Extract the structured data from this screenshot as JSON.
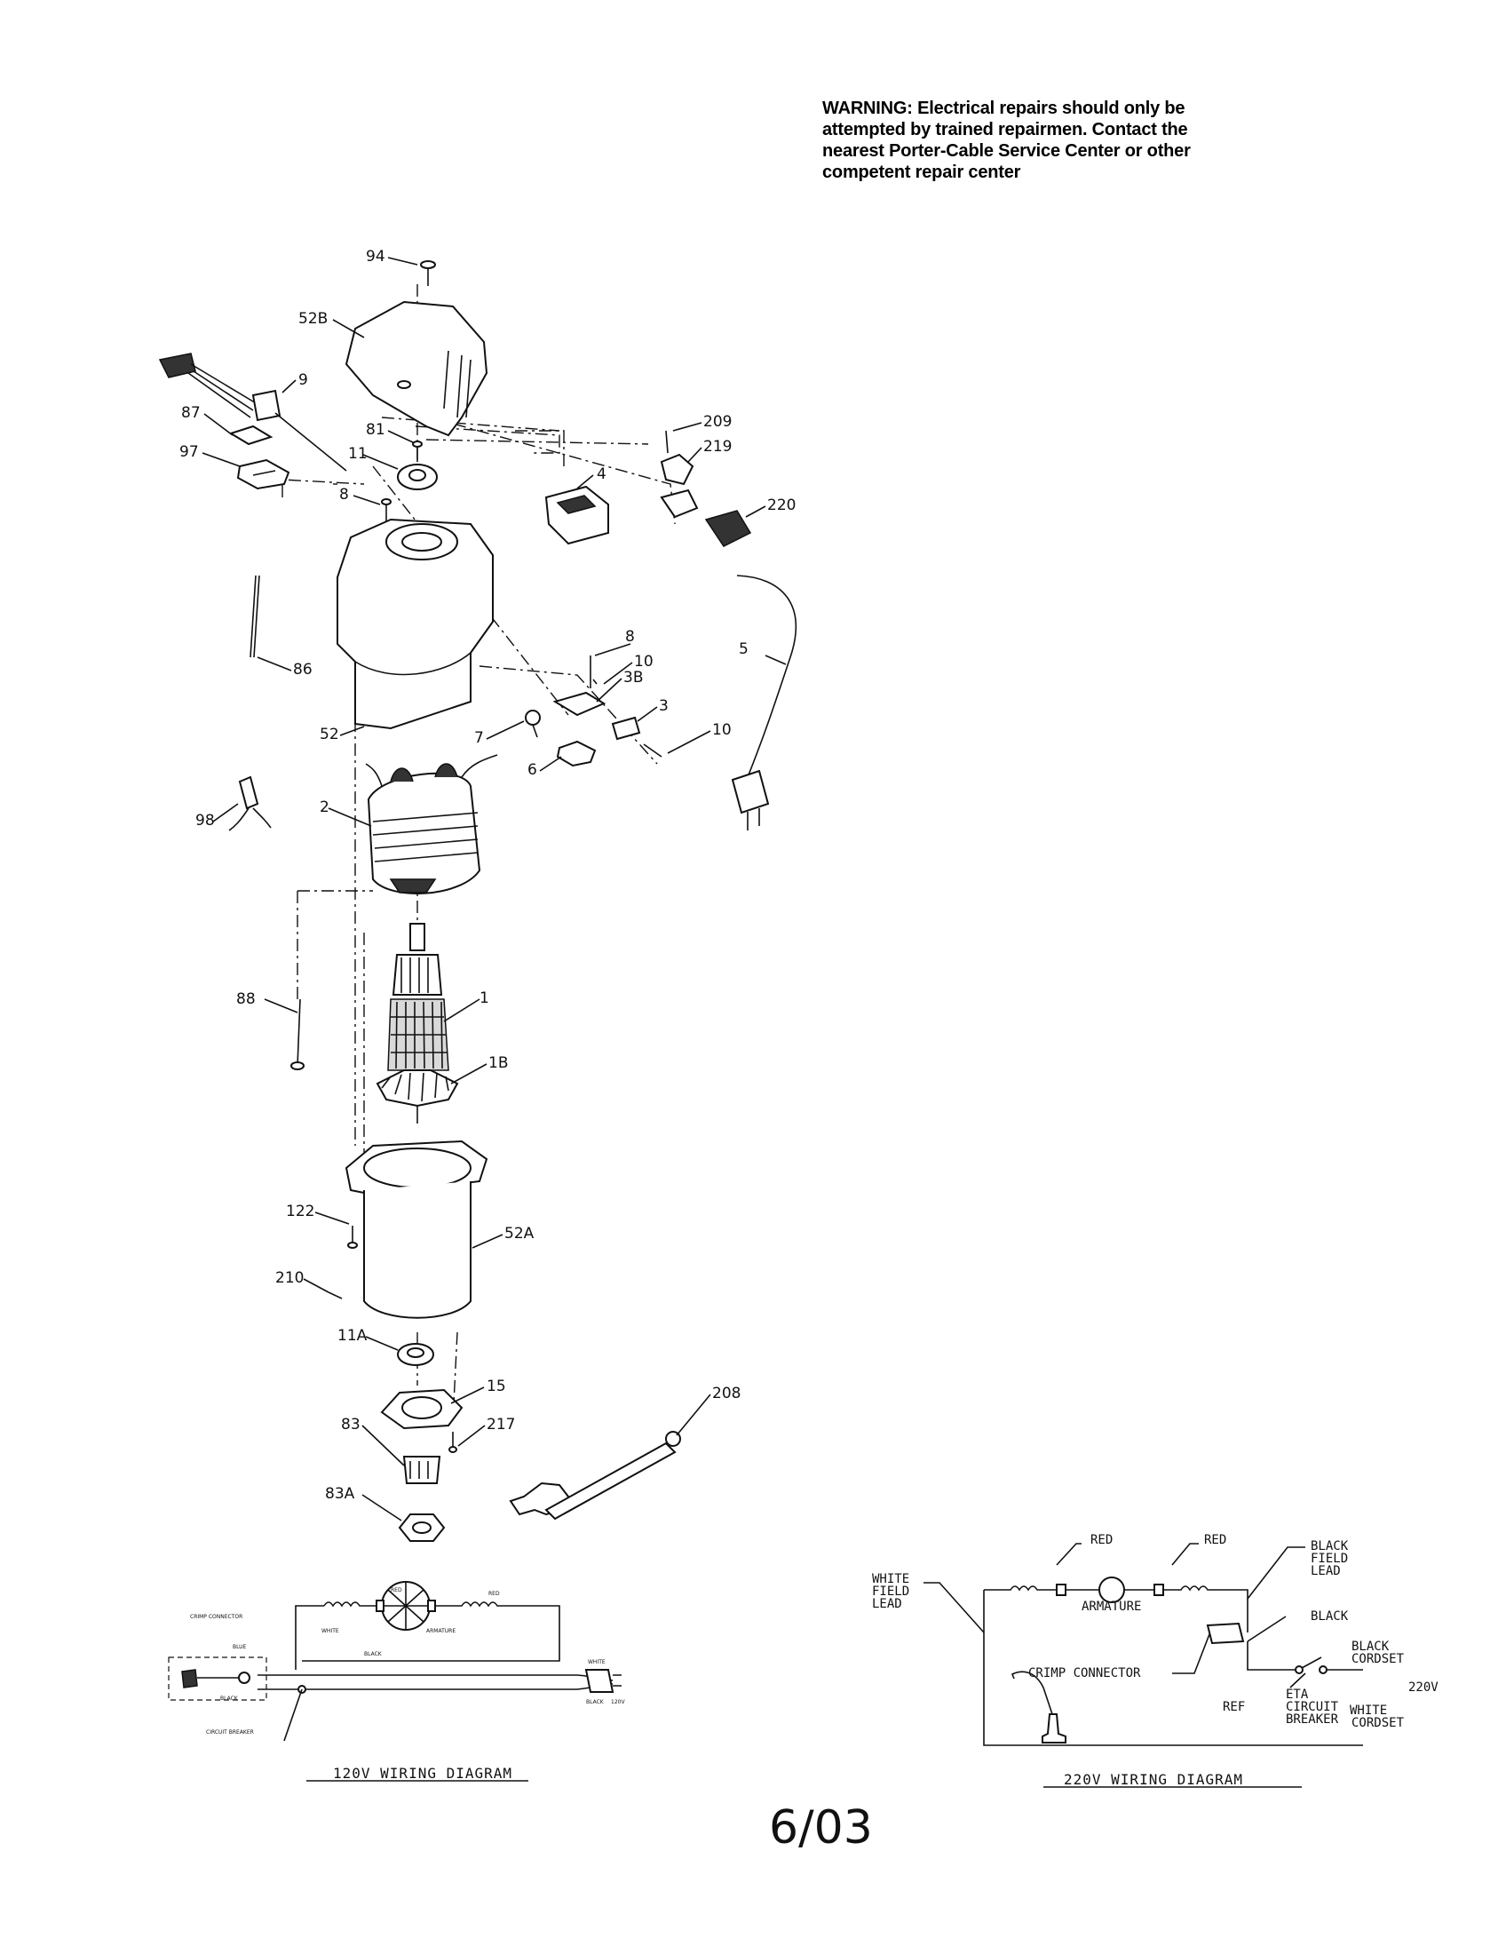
{
  "warning": {
    "line1": "WARNING: Electrical repairs should only be",
    "line2": "attempted by trained repairmen. Contact the",
    "line3": "nearest Porter-Cable Service Center or other",
    "line4": "competent  repair center"
  },
  "part_labels": {
    "p94": "94",
    "p52B": "52B",
    "p9": "9",
    "p87": "87",
    "p97": "97",
    "p81": "81",
    "p11": "11",
    "p8a": "8",
    "p209": "209",
    "p219": "219",
    "p4": "4",
    "p220": "220",
    "p86": "86",
    "p5": "5",
    "p8b": "8",
    "p10a": "10",
    "p3B": "3B",
    "p3": "3",
    "p52": "52",
    "p7": "7",
    "p10b": "10",
    "p6": "6",
    "p98": "98",
    "p2": "2",
    "p88": "88",
    "p1": "1",
    "p1B": "1B",
    "p122": "122",
    "p52A": "52A",
    "p210": "210",
    "p11A": "11A",
    "p15": "15",
    "p208": "208",
    "p83": "83",
    "p217": "217",
    "p83A": "83A"
  },
  "wiring_120v": {
    "title": "120V  WIRING  DIAGRAM",
    "red_left": "RED",
    "red_right": "RED",
    "armature": "ARMATURE",
    "white": "WHITE",
    "crimp_connector": "CRIMP CONNECTOR",
    "blue": "BLUE",
    "black_top": "BLACK",
    "black_bottom": "BLACK",
    "circuit_breaker": "CIRCUIT BREAKER",
    "white_cord": "WHITE",
    "black_cord": "BLACK",
    "volt": "120V"
  },
  "wiring_220v": {
    "title": "220V  WIRING  DIAGRAM",
    "red_left": "RED",
    "red_right": "RED",
    "armature": "ARMATURE",
    "white_field_lead_1": "WHITE",
    "white_field_lead_2": "FIELD",
    "white_field_lead_3": "LEAD",
    "black_field_lead_1": "BLACK",
    "black_field_lead_2": "FIELD",
    "black_field_lead_3": "LEAD",
    "black": "BLACK",
    "black_cordset_1": "BLACK",
    "black_cordset_2": "CORDSET",
    "crimp_connector": "CRIMP  CONNECTOR",
    "eta_1": "ETA",
    "eta_2": "CIRCUIT",
    "eta_3": "BREAKER",
    "ref": "REF",
    "volt": "220V",
    "white_cordset_1": "WHITE",
    "white_cordset_2": "CORDSET"
  },
  "page_number": "6/03"
}
